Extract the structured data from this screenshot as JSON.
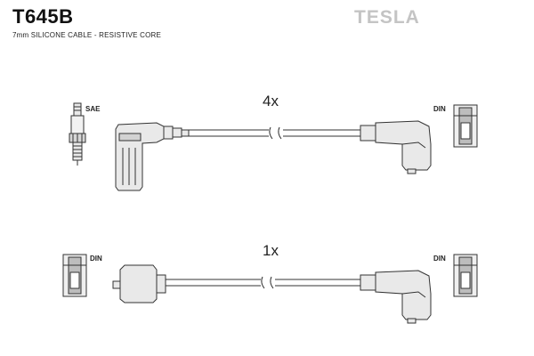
{
  "header": {
    "part_number": "T645B",
    "brand": "TESLA",
    "description": "7mm SILICONE CABLE - RESISTIVE CORE"
  },
  "leads": [
    {
      "quantity": "4x",
      "left_connector": "SAE",
      "right_connector": "DIN"
    },
    {
      "quantity": "1x",
      "left_connector": "DIN",
      "right_connector": "DIN"
    }
  ],
  "colors": {
    "line": "#333333",
    "fill": "#e9e9e9",
    "shade": "#bdbdbd",
    "brand": "#c4c4c4"
  }
}
